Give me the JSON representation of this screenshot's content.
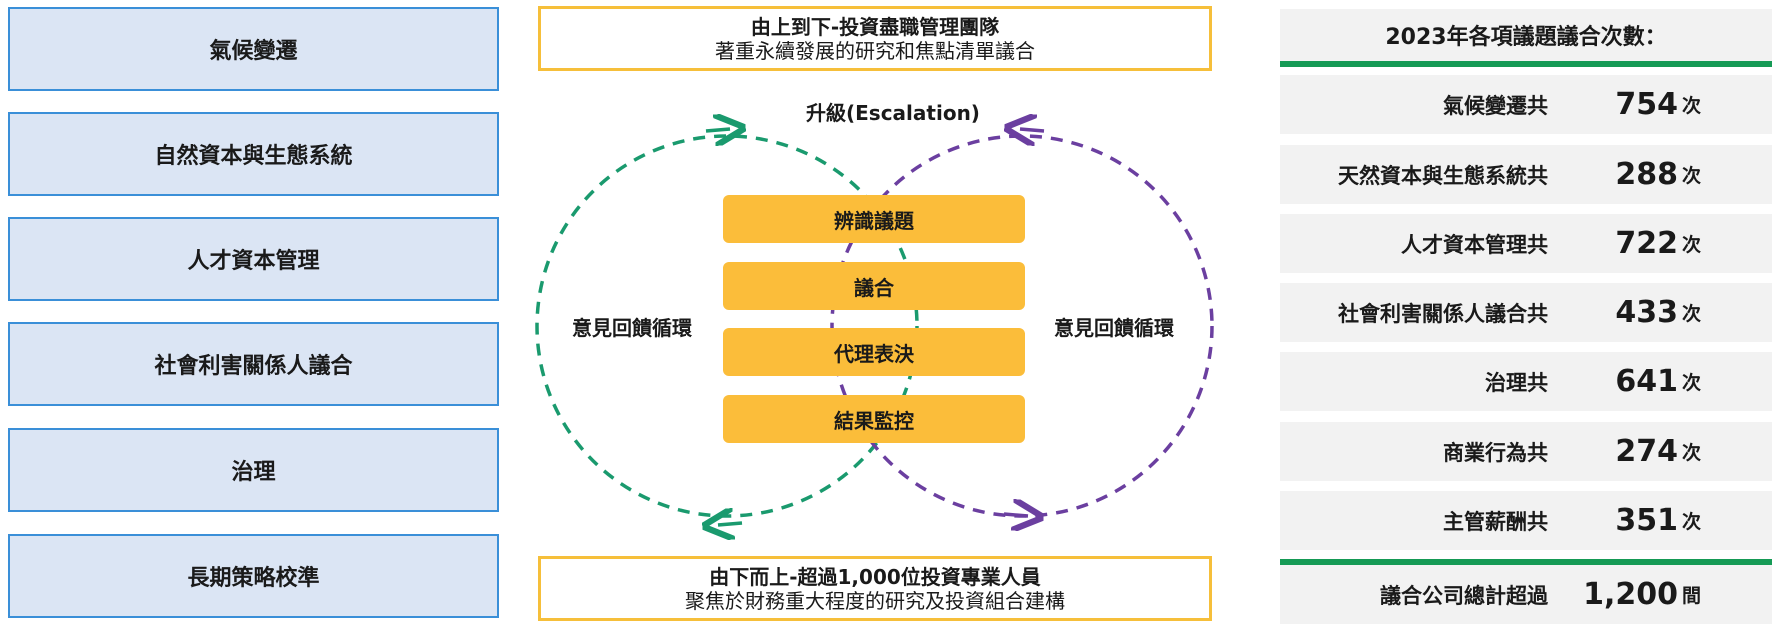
{
  "topics": [
    "氣候變遷",
    "自然資本與生態系統",
    "人才資本管理",
    "社會利害關係人議合",
    "治理",
    "長期策略校準"
  ],
  "top_banner": {
    "title": "由上到下-投資盡職管理團隊",
    "subtitle": "著重永續發展的研究和焦點清單議合"
  },
  "bottom_banner": {
    "title": "由下而上-超過1,000位投資專業人員",
    "subtitle": "聚焦於財務重大程度的研究及投資組合建構"
  },
  "escalation_label": "升級(Escalation)",
  "loop_left_label": "意見回饋循環",
  "loop_right_label": "意見回饋循環",
  "steps": [
    "辨識議題",
    "議合",
    "代理表決",
    "結果監控"
  ],
  "stats": {
    "header": "2023年各項議題議合次數：",
    "rows": [
      {
        "label": "氣候變遷共",
        "value": "754",
        "unit": "次"
      },
      {
        "label": "天然資本與生態系統共",
        "value": "288",
        "unit": "次"
      },
      {
        "label": "人才資本管理共",
        "value": "722",
        "unit": "次"
      },
      {
        "label": "社會利害關係人議合共",
        "value": "433",
        "unit": "次"
      },
      {
        "label": "治理共",
        "value": "641",
        "unit": "次"
      },
      {
        "label": "商業行為共",
        "value": "274",
        "unit": "次"
      },
      {
        "label": "主管薪酬共",
        "value": "351",
        "unit": "次"
      }
    ],
    "total": {
      "label": "議合公司總計超過",
      "value": "1,200",
      "unit": "間"
    }
  },
  "colors": {
    "topic_fill": "#dbe5f4",
    "topic_border": "#3a8fd8",
    "banner_border": "#f6bf3a",
    "step_fill": "#fbbd3a",
    "loop_left": "#1a9a6e",
    "loop_right": "#6b3fa0",
    "accent_green": "#159a55",
    "stat_bg": "#f2f2f2"
  }
}
